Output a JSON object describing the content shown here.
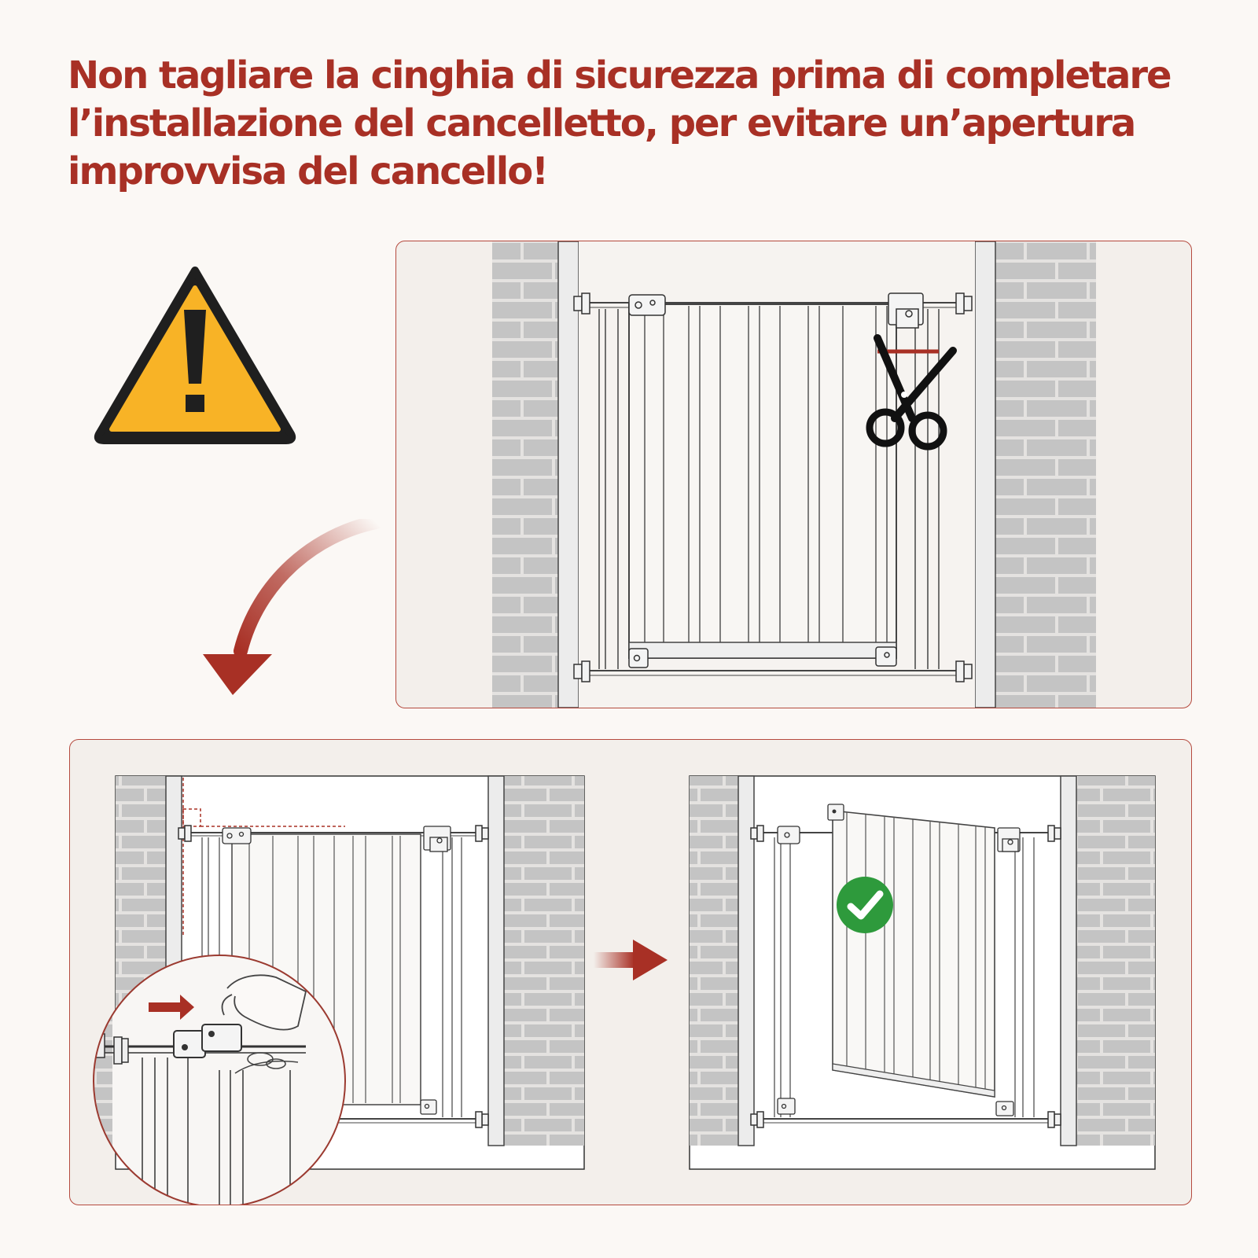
{
  "heading": {
    "lines": [
      "Non tagliare la cinghia di sicurezza prima di completare",
      "l’installazione del cancelletto, per evitare un’apertura",
      "improvvisa del cancello!"
    ]
  },
  "icons": {
    "warning": "warning-triangle-icon",
    "scissors": "scissors-icon",
    "check": "check-circle-icon",
    "arrow_curved": "curved-arrow-icon",
    "arrow_right": "right-arrow-icon",
    "finger": "finger-press-icon"
  },
  "colors": {
    "accent": "#a83025",
    "warning_yellow": "#f8b326",
    "check_green": "#2e9a3c",
    "brick": "#c4c4c4",
    "panel_bg": "#f3efeb",
    "page_bg": "#fbf8f5"
  }
}
